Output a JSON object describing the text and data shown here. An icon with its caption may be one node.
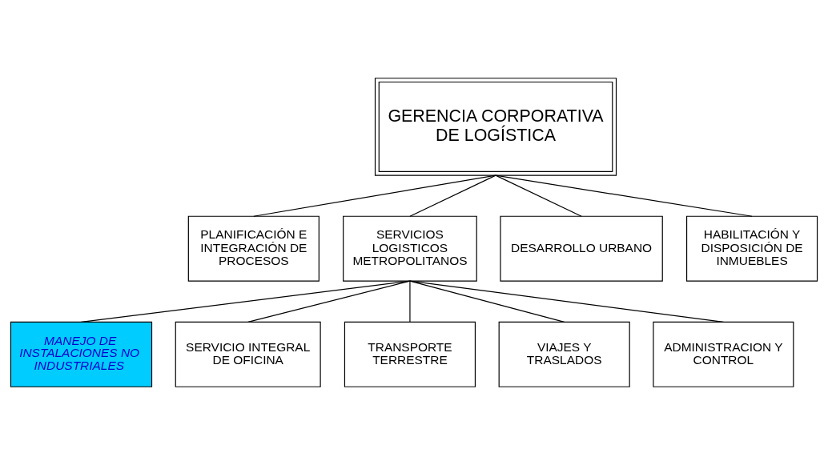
{
  "diagram": {
    "nodes": [
      {
        "text": [
          "GERENCIA CORPORATIVA DE LOGÍSTICA"
        ]
      },
      {
        "text": [
          "PLANIFICACIÓN E INTEGRACIÓN DE PROCESOS"
        ]
      },
      {
        "text": [
          "SERVICIOS LOGISTICOS METROPOLITANOS"
        ]
      },
      {
        "text": [
          "DESARROLLO URBANO"
        ]
      },
      {
        "text": [
          "HABILITACIÓN Y DISPOSICIÓN DE INMUEBLES"
        ]
      },
      {
        "text": [
          "MANEJO DE INSTALACIONES NO INDUSTRIALES"
        ]
      },
      {
        "text": [
          "SERVICIO INTEGRAL DE OFICINA"
        ]
      },
      {
        "text": [
          "TRANSPORTE TERRESTRE"
        ]
      },
      {
        "text": [
          "VIAJES Y TRASLADOS"
        ]
      },
      {
        "text": [
          "ADMINISTRACION Y CONTROL"
        ]
      }
    ],
    "edges": [
      {
        "from": 0,
        "to": 1,
        "arrow": "none"
      },
      {
        "from": 0,
        "to": 2,
        "arrow": "none"
      },
      {
        "from": 0,
        "to": 3,
        "arrow": "none"
      },
      {
        "from": 0,
        "to": 4,
        "arrow": "none"
      },
      {
        "from": 2,
        "to": 5,
        "arrow": "none"
      },
      {
        "from": 2,
        "to": 6,
        "arrow": "none"
      },
      {
        "from": 2,
        "to": 7,
        "arrow": "none"
      },
      {
        "from": 2,
        "to": 8,
        "arrow": "none"
      },
      {
        "from": 2,
        "to": 9,
        "arrow": "none"
      }
    ]
  }
}
